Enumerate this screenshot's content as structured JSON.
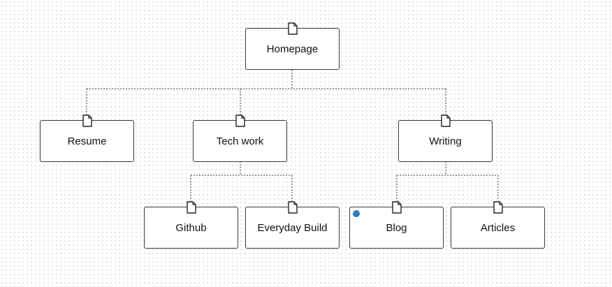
{
  "sitemap": {
    "accent_color": "#2a7fc1",
    "icon": "page-icon",
    "nodes": {
      "homepage": "Homepage",
      "resume": "Resume",
      "tech_work": "Tech work",
      "writing": "Writing",
      "github": "Github",
      "everyday_build": "Everyday Build",
      "blog": "Blog",
      "articles": "Articles"
    }
  }
}
